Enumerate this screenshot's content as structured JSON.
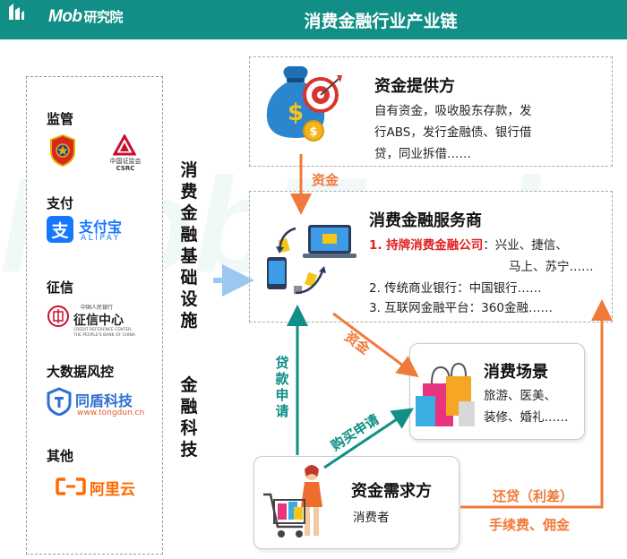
{
  "header": {
    "logo_text": "Mob",
    "logo_sub": "研究院",
    "title": "消费金融行业产业链"
  },
  "watermark": "MobTech 袤博",
  "infrastructure": {
    "vertical_label": "消费金融基础设施",
    "fintech_label": "金融科技",
    "categories": [
      {
        "label": "监管"
      },
      {
        "label": "支付"
      },
      {
        "label": "征信"
      },
      {
        "label": "大数据风控"
      },
      {
        "label": "其他"
      }
    ],
    "logos": {
      "csrc_cn": "中国证监会",
      "csrc_en": "CSRC",
      "alipay_cn": "支付宝",
      "alipay_en": "ALIPAY",
      "credit_top": "中国人民银行",
      "credit_name": "征信中心",
      "credit_en1": "CREDIT REFERENCE CENTER,",
      "credit_en2": "THE PEOPLE'S BANK OF CHINA",
      "tongdun_name": "同盾科技",
      "tongdun_url": "www.tongdun.cn",
      "aliyun_name": "阿里云"
    }
  },
  "fund_provider": {
    "title": "资金提供方",
    "body": [
      "自有资金，吸收股东存款，发",
      "行ABS，发行金融债、银行借",
      "贷，同业拆借……"
    ]
  },
  "service_provider": {
    "title": "消费金融服务商",
    "item1_red": "1. 持牌消费金融公司",
    "item1_rest": "：兴业、捷信、",
    "item1_line2": "马上、苏宁……",
    "item2": "2. 传统商业银行：中国银行……",
    "item3": "3. 互联网金融平台：360金融……"
  },
  "scene": {
    "title": "消费场景",
    "body": [
      "旅游、医美、",
      "装修、婚礼……"
    ]
  },
  "demand": {
    "title": "资金需求方",
    "subtitle": "消费者"
  },
  "flows": {
    "fund_down": "资金",
    "fund_diag": "资金",
    "loan_apply": "贷款申请",
    "purchase_apply": "购买申请",
    "repay": "还贷（利差）",
    "fees": "手续费、佣金"
  },
  "colors": {
    "teal": "#118e86",
    "orange": "#f07a3a",
    "red": "#e02020"
  }
}
